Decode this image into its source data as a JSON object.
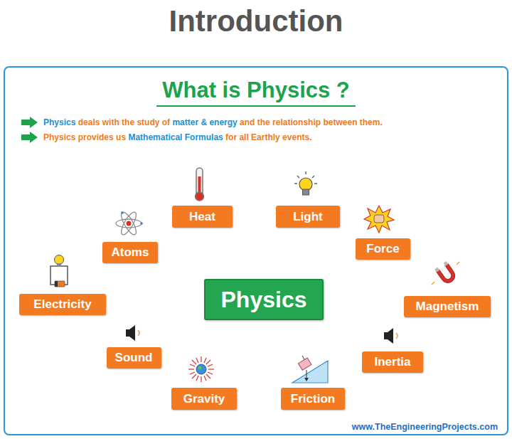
{
  "diagram": {
    "title": "Introduction",
    "nodes": [
      {
        "text": [
          "What is Physics ?"
        ]
      },
      {
        "text": [
          "Heat"
        ],
        "in": 0
      },
      {
        "text": [
          "Light"
        ],
        "in": 0
      },
      {
        "text": [
          "Atoms"
        ],
        "in": 0
      },
      {
        "text": [
          "Force"
        ],
        "in": 0
      },
      {
        "text": [
          "Physics"
        ],
        "in": 0
      },
      {
        "text": [
          "Electricity"
        ],
        "in": 0
      },
      {
        "text": [
          "Magnetism"
        ],
        "in": 0
      },
      {
        "text": [
          "Sound"
        ],
        "in": 0
      },
      {
        "text": [
          "Inertia"
        ],
        "in": 0
      },
      {
        "text": [
          "Gravity"
        ],
        "in": 0
      },
      {
        "text": [
          "Friction"
        ],
        "in": 0
      }
    ],
    "labels": [
      "Physics deals with the study of matter & energy and the relationship between them.",
      "Physics provides us Mathematical Formulas for all Earthly events.",
      "www.TheEngineeringProjects.com"
    ]
  }
}
